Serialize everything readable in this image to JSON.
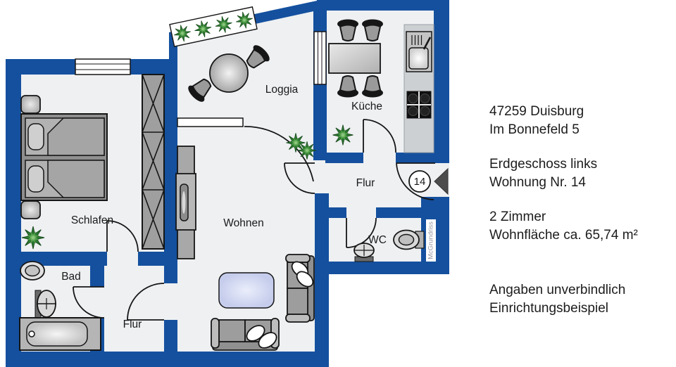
{
  "info_panel": {
    "address": [
      "47259 Duisburg",
      "Im Bonnefeld 5"
    ],
    "location": [
      "Erdgeschoss links",
      "Wohnung Nr. 14"
    ],
    "size": [
      "2 Zimmer",
      "Wohnfläche ca. 65,74 m²"
    ],
    "disclaimer": [
      "Angaben unverbindlich",
      "Einrichtungsbeispiel"
    ]
  },
  "floorplan": {
    "rooms": {
      "bedroom": "Schlafen",
      "bathroom": "Bad",
      "hallway_lower": "Flur",
      "living_room": "Wohnen",
      "loggia": "Loggia",
      "kitchen": "Küche",
      "hallway_upper": "Flur",
      "wc": "WC"
    },
    "entrance_number": "14",
    "watermark": "McGrundriss"
  },
  "colors": {
    "wall_blue": "#14509E",
    "floor_gray": "#EEF0F2",
    "furniture_gray": "#A9A9A9",
    "plant_green": "#3F8F3A",
    "rug_lavender": "#CBD3EE",
    "arrow_gray": "#4C4C4C"
  }
}
